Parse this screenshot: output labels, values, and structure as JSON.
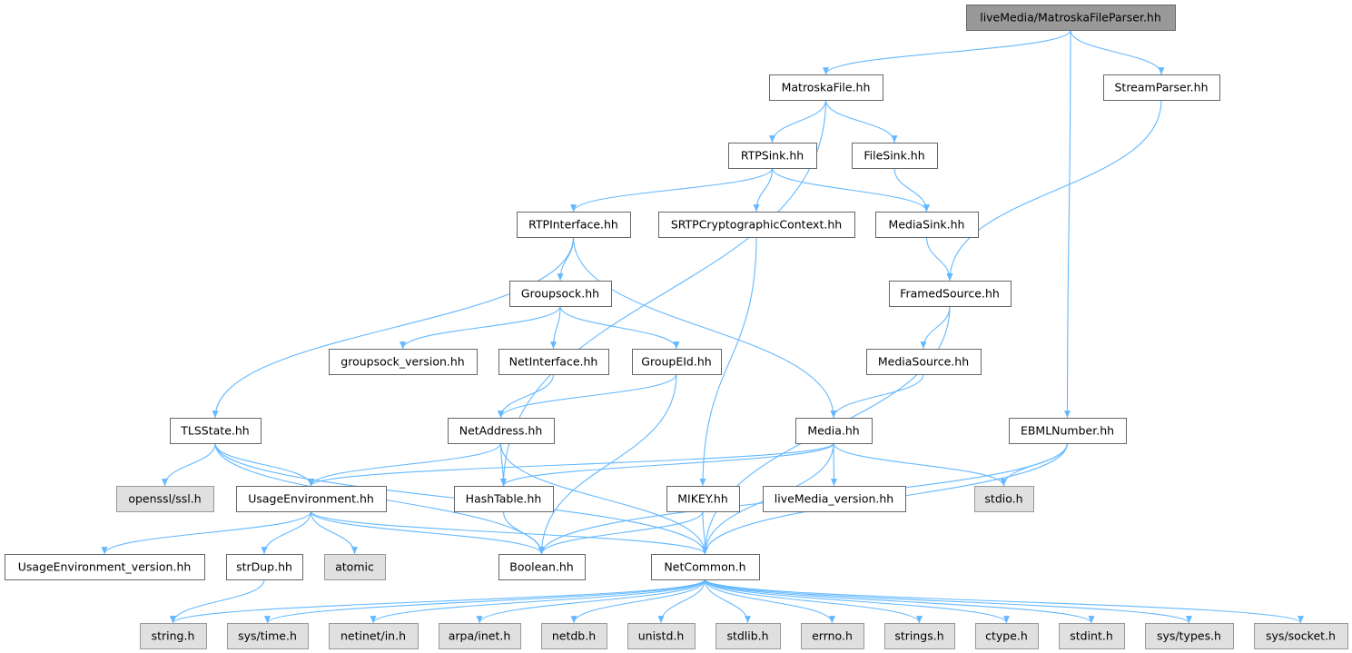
{
  "colors": {
    "edge": "#63b8ff",
    "node_border": "#666666",
    "root_fill": "#999999",
    "root_border": "#666666",
    "system_fill": "#e0e0e0",
    "system_border": "#999999",
    "text": "#000000"
  },
  "nodes": [
    {
      "id": "root",
      "label": "liveMedia/MatroskaFileParser.hh",
      "kind": "root"
    },
    {
      "id": "matroskafile",
      "label": "MatroskaFile.hh",
      "kind": "file"
    },
    {
      "id": "streamparser",
      "label": "StreamParser.hh",
      "kind": "file"
    },
    {
      "id": "rtpsink",
      "label": "RTPSink.hh",
      "kind": "file"
    },
    {
      "id": "filesink",
      "label": "FileSink.hh",
      "kind": "file"
    },
    {
      "id": "rtpinterface",
      "label": "RTPInterface.hh",
      "kind": "file"
    },
    {
      "id": "srtp",
      "label": "SRTPCryptographicContext.hh",
      "kind": "file"
    },
    {
      "id": "mediasink",
      "label": "MediaSink.hh",
      "kind": "file"
    },
    {
      "id": "groupsock",
      "label": "Groupsock.hh",
      "kind": "file"
    },
    {
      "id": "framedsource",
      "label": "FramedSource.hh",
      "kind": "file"
    },
    {
      "id": "groupsockversion",
      "label": "groupsock_version.hh",
      "kind": "file"
    },
    {
      "id": "netinterface",
      "label": "NetInterface.hh",
      "kind": "file"
    },
    {
      "id": "groupeid",
      "label": "GroupEId.hh",
      "kind": "file"
    },
    {
      "id": "mediasource",
      "label": "MediaSource.hh",
      "kind": "file"
    },
    {
      "id": "tlsstate",
      "label": "TLSState.hh",
      "kind": "file"
    },
    {
      "id": "netaddress",
      "label": "NetAddress.hh",
      "kind": "file"
    },
    {
      "id": "media",
      "label": "Media.hh",
      "kind": "file"
    },
    {
      "id": "ebmlnumber",
      "label": "EBMLNumber.hh",
      "kind": "file"
    },
    {
      "id": "opensslssl",
      "label": "openssl/ssl.h",
      "kind": "system"
    },
    {
      "id": "usageenv",
      "label": "UsageEnvironment.hh",
      "kind": "file"
    },
    {
      "id": "hashtable",
      "label": "HashTable.hh",
      "kind": "file"
    },
    {
      "id": "mikey",
      "label": "MIKEY.hh",
      "kind": "file"
    },
    {
      "id": "livemediaversion",
      "label": "liveMedia_version.hh",
      "kind": "file"
    },
    {
      "id": "stdio",
      "label": "stdio.h",
      "kind": "system"
    },
    {
      "id": "usageenvversion",
      "label": "UsageEnvironment_version.hh",
      "kind": "file"
    },
    {
      "id": "strdup",
      "label": "strDup.hh",
      "kind": "file"
    },
    {
      "id": "atomic",
      "label": "atomic",
      "kind": "system"
    },
    {
      "id": "boolean",
      "label": "Boolean.hh",
      "kind": "file"
    },
    {
      "id": "netcommon",
      "label": "NetCommon.h",
      "kind": "file"
    },
    {
      "id": "string",
      "label": "string.h",
      "kind": "system"
    },
    {
      "id": "systime",
      "label": "sys/time.h",
      "kind": "system"
    },
    {
      "id": "netinetin",
      "label": "netinet/in.h",
      "kind": "system"
    },
    {
      "id": "arpainet",
      "label": "arpa/inet.h",
      "kind": "system"
    },
    {
      "id": "netdb",
      "label": "netdb.h",
      "kind": "system"
    },
    {
      "id": "unistd",
      "label": "unistd.h",
      "kind": "system"
    },
    {
      "id": "stdlib",
      "label": "stdlib.h",
      "kind": "system"
    },
    {
      "id": "errno",
      "label": "errno.h",
      "kind": "system"
    },
    {
      "id": "strings",
      "label": "strings.h",
      "kind": "system"
    },
    {
      "id": "ctype",
      "label": "ctype.h",
      "kind": "system"
    },
    {
      "id": "stdint",
      "label": "stdint.h",
      "kind": "system"
    },
    {
      "id": "systypes",
      "label": "sys/types.h",
      "kind": "system"
    },
    {
      "id": "syssocket",
      "label": "sys/socket.h",
      "kind": "system"
    }
  ],
  "edges": [
    [
      "root",
      "matroskafile"
    ],
    [
      "root",
      "streamparser"
    ],
    [
      "root",
      "ebmlnumber"
    ],
    [
      "matroskafile",
      "rtpsink"
    ],
    [
      "matroskafile",
      "filesink"
    ],
    [
      "matroskafile",
      "hashtable"
    ],
    [
      "streamparser",
      "framedsource"
    ],
    [
      "rtpsink",
      "rtpinterface"
    ],
    [
      "rtpsink",
      "srtp"
    ],
    [
      "rtpsink",
      "mediasink"
    ],
    [
      "filesink",
      "mediasink"
    ],
    [
      "rtpinterface",
      "groupsock"
    ],
    [
      "rtpinterface",
      "tlsstate"
    ],
    [
      "rtpinterface",
      "media"
    ],
    [
      "srtp",
      "mikey"
    ],
    [
      "mediasink",
      "framedsource"
    ],
    [
      "groupsock",
      "groupsockversion"
    ],
    [
      "groupsock",
      "netinterface"
    ],
    [
      "groupsock",
      "groupeid"
    ],
    [
      "framedsource",
      "mediasource"
    ],
    [
      "framedsource",
      "netcommon"
    ],
    [
      "netinterface",
      "netaddress"
    ],
    [
      "groupeid",
      "netaddress"
    ],
    [
      "groupeid",
      "boolean"
    ],
    [
      "mediasource",
      "media"
    ],
    [
      "tlsstate",
      "opensslssl"
    ],
    [
      "tlsstate",
      "usageenv"
    ],
    [
      "tlsstate",
      "boolean"
    ],
    [
      "tlsstate",
      "netcommon"
    ],
    [
      "netaddress",
      "usageenv"
    ],
    [
      "netaddress",
      "hashtable"
    ],
    [
      "netaddress",
      "netcommon"
    ],
    [
      "media",
      "usageenv"
    ],
    [
      "media",
      "hashtable"
    ],
    [
      "media",
      "livemediaversion"
    ],
    [
      "media",
      "stdio"
    ],
    [
      "media",
      "netcommon"
    ],
    [
      "ebmlnumber",
      "stdio"
    ],
    [
      "ebmlnumber",
      "boolean"
    ],
    [
      "ebmlnumber",
      "netcommon"
    ],
    [
      "usageenv",
      "usageenvversion"
    ],
    [
      "usageenv",
      "strdup"
    ],
    [
      "usageenv",
      "atomic"
    ],
    [
      "usageenv",
      "boolean"
    ],
    [
      "usageenv",
      "netcommon"
    ],
    [
      "hashtable",
      "boolean"
    ],
    [
      "mikey",
      "boolean"
    ],
    [
      "mikey",
      "netcommon"
    ],
    [
      "strdup",
      "string"
    ],
    [
      "netcommon",
      "string"
    ],
    [
      "netcommon",
      "systime"
    ],
    [
      "netcommon",
      "netinetin"
    ],
    [
      "netcommon",
      "arpainet"
    ],
    [
      "netcommon",
      "netdb"
    ],
    [
      "netcommon",
      "unistd"
    ],
    [
      "netcommon",
      "stdlib"
    ],
    [
      "netcommon",
      "errno"
    ],
    [
      "netcommon",
      "strings"
    ],
    [
      "netcommon",
      "ctype"
    ],
    [
      "netcommon",
      "stdint"
    ],
    [
      "netcommon",
      "systypes"
    ],
    [
      "netcommon",
      "syssocket"
    ]
  ]
}
